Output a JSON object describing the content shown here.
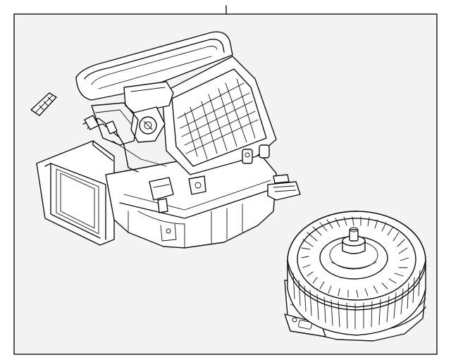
{
  "diagram": {
    "colors": {
      "background": "#f4f4f4",
      "page": "#ffffff",
      "line": "#111111"
    },
    "parts": [
      {
        "name": "heater-blower-housing-assembly"
      },
      {
        "name": "blower-motor-fan-assembly"
      },
      {
        "name": "small-clip"
      }
    ]
  }
}
